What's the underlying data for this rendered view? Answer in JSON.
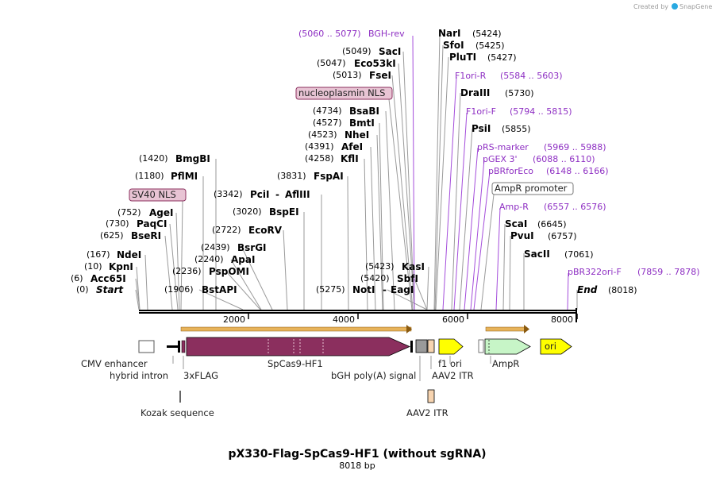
{
  "brand": {
    "credit": "Created by",
    "name": "SnapGene"
  },
  "title": "pX330-Flag-SpCas9-HF1  (without sgRNA)",
  "subtitle": "8018 bp",
  "ruler": {
    "ticks": [
      "2000",
      "4000",
      "6000",
      "8000"
    ]
  },
  "sites": [
    {
      "name": "Start",
      "pos": "(0)",
      "italic": true
    },
    {
      "name": "Acc65I",
      "pos": "(6)"
    },
    {
      "name": "KpnI",
      "pos": "(10)"
    },
    {
      "name": "NdeI",
      "pos": "(167)"
    },
    {
      "name": "BseRI",
      "pos": "(625)"
    },
    {
      "name": "PaqCI",
      "pos": "(730)"
    },
    {
      "name": "AgeI",
      "pos": "(752)"
    },
    {
      "name": "PflMI",
      "pos": "(1180)"
    },
    {
      "name": "BmgBI",
      "pos": "(1420)"
    },
    {
      "name": "BstAPI",
      "pos": "(1906)"
    },
    {
      "name": "PspOMI",
      "pos": "(2236)"
    },
    {
      "name": "ApaI",
      "pos": "(2240)"
    },
    {
      "name": "BsrGI",
      "pos": "(2439)"
    },
    {
      "name": "EcoRV",
      "pos": "(2722)"
    },
    {
      "name": "BspEI",
      "pos": "(3020)"
    },
    {
      "name": "PciI",
      "pos": "(3342)",
      "extra": "AflIII"
    },
    {
      "name": "FspAI",
      "pos": "(3831)"
    },
    {
      "name": "NotI",
      "pos": "(5275)"
    },
    {
      "name": "KflI",
      "pos": "(4258)"
    },
    {
      "name": "AfeI",
      "pos": "(4391)"
    },
    {
      "name": "NheI",
      "pos": "(4523)"
    },
    {
      "name": "BmtI",
      "pos": "(4527)"
    },
    {
      "name": "BsaBI",
      "pos": "(4734)"
    },
    {
      "name": "EagI",
      "pos": ""
    },
    {
      "name": "SbfI",
      "pos": "(5420)"
    },
    {
      "name": "KasI",
      "pos": "(5423)"
    },
    {
      "name": "FseI",
      "pos": "(5013)"
    },
    {
      "name": "Eco53kI",
      "pos": "(5047)"
    },
    {
      "name": "SacI",
      "pos": "(5049)"
    },
    {
      "name": "NarI",
      "pos": "(5424)"
    },
    {
      "name": "SfoI",
      "pos": "(5425)"
    },
    {
      "name": "PluTI",
      "pos": "(5427)"
    },
    {
      "name": "DraIII",
      "pos": "(5730)"
    },
    {
      "name": "PsiI",
      "pos": "(5855)"
    },
    {
      "name": "ScaI",
      "pos": "(6645)"
    },
    {
      "name": "PvuI",
      "pos": "(6757)"
    },
    {
      "name": "SacII",
      "pos": "(7061)"
    },
    {
      "name": "End",
      "pos": "(8018)",
      "italic": true
    }
  ],
  "primers": [
    {
      "name": "BGH-rev",
      "range": "(5060 .. 5077)"
    },
    {
      "name": "F1ori-R",
      "range": "(5584 .. 5603)"
    },
    {
      "name": "F1ori-F",
      "range": "(5794 .. 5815)"
    },
    {
      "name": "pRS-marker",
      "range": "(5969 .. 5988)"
    },
    {
      "name": "pGEX 3'",
      "range": "(6088 .. 6110)"
    },
    {
      "name": "pBRforEco",
      "range": "(6148 .. 6166)"
    },
    {
      "name": "Amp-R",
      "range": "(6557 .. 6576)"
    },
    {
      "name": "pBR322ori-F",
      "range": "(7859 .. 7878)"
    }
  ],
  "boxed": [
    {
      "name": "SV40 NLS"
    },
    {
      "name": "nucleoplasmin NLS"
    },
    {
      "name": "AmpR promoter"
    }
  ],
  "features": [
    {
      "name": "CMV enhancer",
      "color": "#ffffff"
    },
    {
      "name": "hybrid intron"
    },
    {
      "name": "3xFLAG"
    },
    {
      "name": "SpCas9-HF1",
      "color": "#8b2f5e"
    },
    {
      "name": "bGH poly(A) signal",
      "color": "#9a9a9a"
    },
    {
      "name": "f1 ori",
      "color": "#ffff00"
    },
    {
      "name": "AAV2 ITR",
      "color": "#f7d4b0"
    },
    {
      "name": "AmpR",
      "color": "#c7f5c7"
    },
    {
      "name": "ori",
      "color": "#ffff00"
    },
    {
      "name": "Kozak sequence"
    },
    {
      "name": "AAV2 ITR",
      "color": "#f7d4b0"
    }
  ]
}
